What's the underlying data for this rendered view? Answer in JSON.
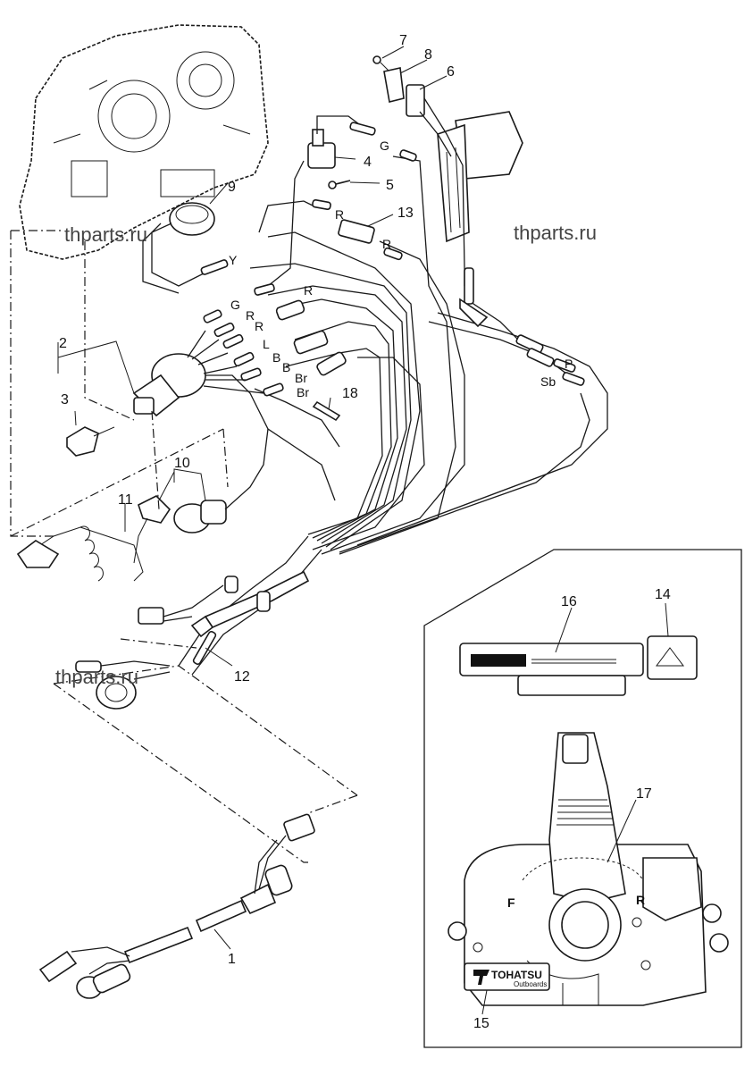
{
  "watermarks": [
    "thparts.ru",
    "thparts.ru",
    "thparts.ru"
  ],
  "callouts": {
    "p1": "1",
    "p2": "2",
    "p3": "3",
    "p4": "4",
    "p5": "5",
    "p6": "6",
    "p7": "7",
    "p8": "8",
    "p9": "9",
    "p10": "10",
    "p11": "11",
    "p12": "12",
    "p13": "13",
    "p14": "14",
    "p15": "15",
    "p16": "16",
    "p17": "17",
    "p18": "18"
  },
  "wire_colors": {
    "g_top": "G",
    "r_13a": "R",
    "r_13b": "R",
    "y": "Y",
    "g_sw": "G",
    "r_sw1": "R",
    "r_sw2": "R",
    "l_sw": "L",
    "b_sw1": "B",
    "b_sw2": "B",
    "br_sw1": "Br",
    "br_sw2": "Br",
    "r_mid": "R",
    "p": "P",
    "sb": "Sb"
  },
  "remote_box": {
    "brand": "TOHATSU",
    "brand_sub": "Outboards",
    "forward_mark": "F",
    "reverse_mark": "R"
  }
}
